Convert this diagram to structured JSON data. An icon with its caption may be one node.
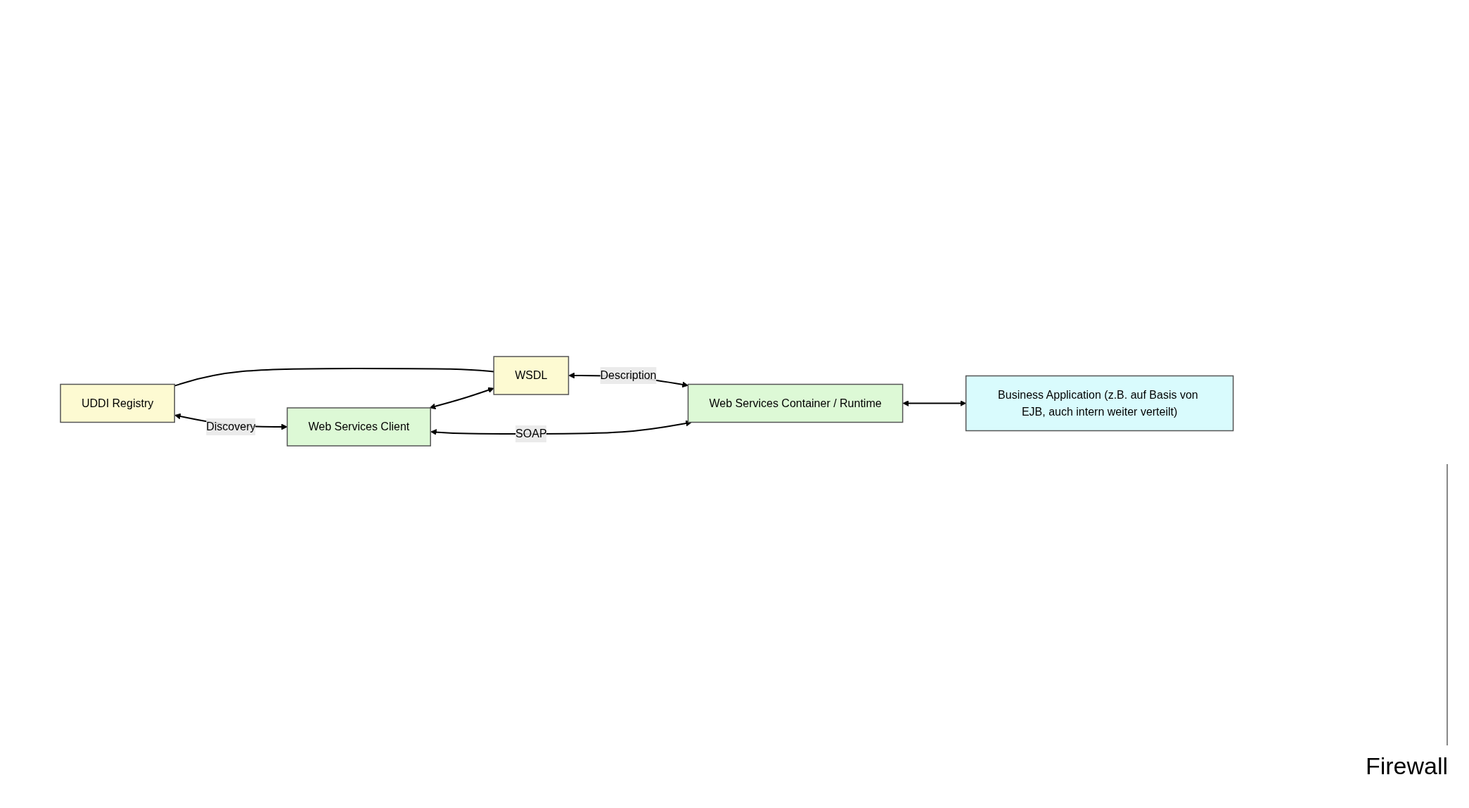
{
  "diagram": {
    "nodes": [
      {
        "text": [
          "UDDI Registry"
        ]
      },
      {
        "text": [
          "WSDL"
        ]
      },
      {
        "text": [
          "Web Services Client"
        ]
      },
      {
        "text": [
          "Web Services Container / Runtime"
        ]
      },
      {
        "text": [
          "Business Application (z.B. auf Basis von EJB, auch intern weiter verteilt)"
        ]
      }
    ],
    "edges": [
      {
        "from": 0,
        "to": 1,
        "arrow": "none"
      },
      {
        "from": 0,
        "to": 2,
        "arrow": "both",
        "label": "Discovery"
      },
      {
        "from": 2,
        "to": 1,
        "arrow": "both"
      },
      {
        "from": 1,
        "to": 3,
        "arrow": "both",
        "label": "Description"
      },
      {
        "from": 2,
        "to": 3,
        "arrow": "both",
        "label": "SOAP"
      },
      {
        "from": 3,
        "to": 4,
        "arrow": "both"
      }
    ],
    "labels": [
      "Firewall"
    ]
  }
}
